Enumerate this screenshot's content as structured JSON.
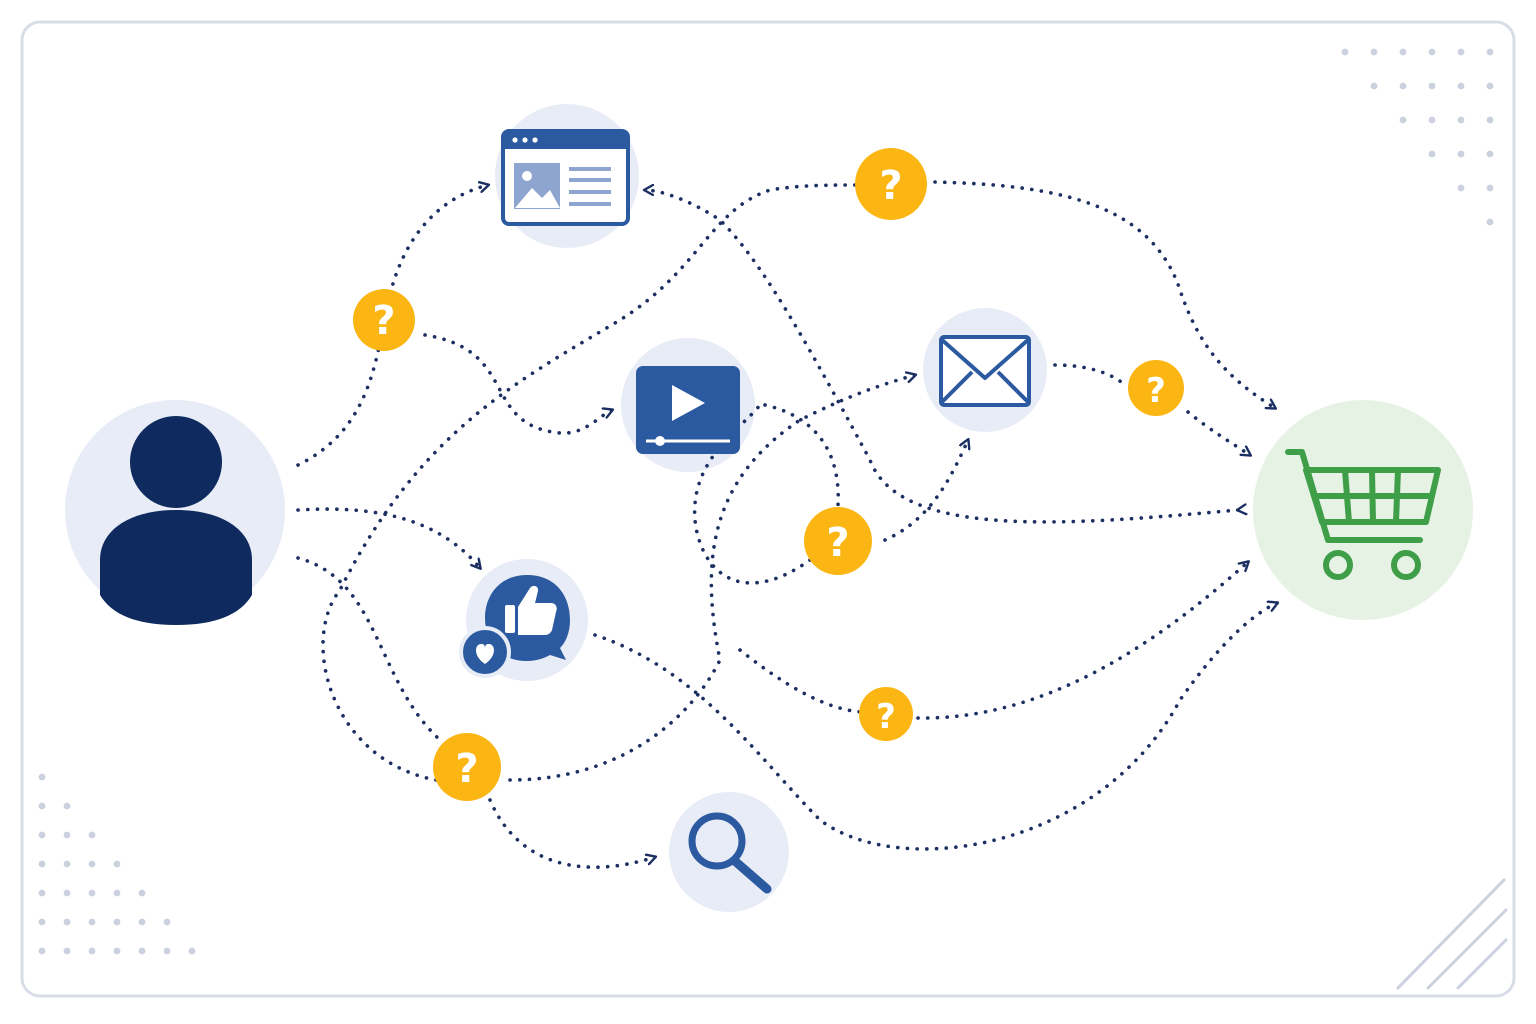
{
  "diagram": {
    "title": "",
    "colors": {
      "frame_border": "#d8dde7",
      "frame_fill": "#ffffff",
      "node_halo": "#e8ecf7",
      "cart_halo": "#e6f2e4",
      "navy": "#0f2a5e",
      "blue": "#2c5aa0",
      "mid_blue": "#3a67b0",
      "cart_green": "#3f9e48",
      "question_badge": "#fbb614",
      "question_mark": "#ffffff",
      "path_dots": "#1b2f62",
      "decor_dots": "#cbd1df"
    },
    "nodes": [
      {
        "id": "user",
        "icon": "user-icon"
      },
      {
        "id": "website",
        "icon": "browser-window-icon"
      },
      {
        "id": "video",
        "icon": "video-play-icon"
      },
      {
        "id": "email",
        "icon": "envelope-icon"
      },
      {
        "id": "social",
        "icon": "thumbs-up-heart-icon"
      },
      {
        "id": "search",
        "icon": "magnifier-icon"
      },
      {
        "id": "cart",
        "icon": "shopping-cart-icon"
      }
    ],
    "question_badges": [
      {
        "id": "q1",
        "label": "?"
      },
      {
        "id": "q2",
        "label": "?"
      },
      {
        "id": "q3",
        "label": "?"
      },
      {
        "id": "q4",
        "label": "?"
      },
      {
        "id": "q5",
        "label": "?"
      },
      {
        "id": "q6",
        "label": "?"
      }
    ]
  }
}
